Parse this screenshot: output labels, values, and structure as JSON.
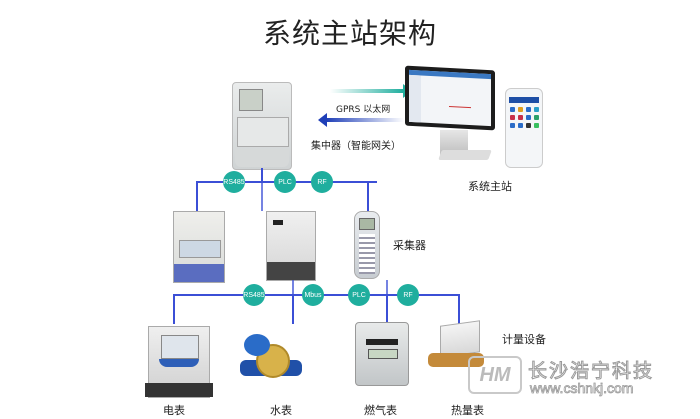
{
  "title": "系统主站架构",
  "top_link": {
    "protocols_label": "GPRS   以太网",
    "arrow_colors": {
      "uplink": "#1fae9e",
      "downlink": "#1f3fb8"
    }
  },
  "nodes": {
    "concentrator": "集中器（智能网关）",
    "master_station": "系统主站",
    "collector": "采集器",
    "metering_devices": "计量设备"
  },
  "tier1_protocols": [
    "RS485",
    "PLC",
    "RF"
  ],
  "tier2_protocols": [
    "RS485",
    "Mbus",
    "PLC",
    "RF"
  ],
  "meters": [
    {
      "label": "电表",
      "icon": "electric-meter-icon"
    },
    {
      "label": "水表",
      "icon": "water-meter-icon"
    },
    {
      "label": "燃气表",
      "icon": "gas-meter-icon"
    },
    {
      "label": "热量表",
      "icon": "heat-meter-icon"
    }
  ],
  "watermark": {
    "logo": "HM",
    "company": "长沙浩宁科技",
    "url": "www.cshnkj.com"
  },
  "colors": {
    "bus_line": "#3b4fd6",
    "protocol_bubble": "#1fae9e"
  }
}
